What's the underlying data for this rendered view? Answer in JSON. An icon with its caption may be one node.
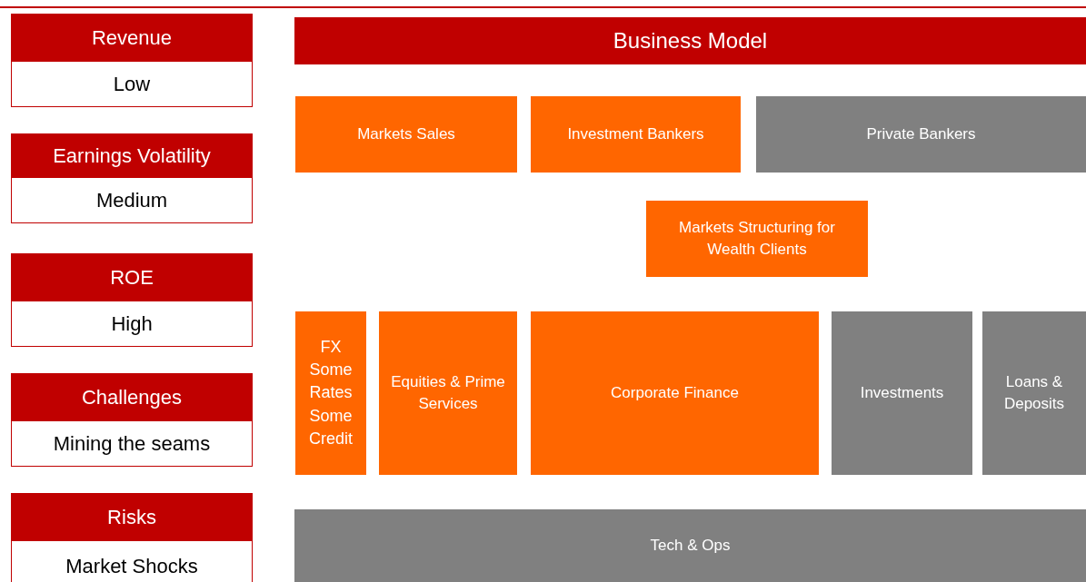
{
  "diagram": {
    "nodes": [
      {
        "text": [
          "Revenue",
          "Low"
        ]
      },
      {
        "text": [
          "Earnings Volatility",
          "Medium"
        ]
      },
      {
        "text": [
          "ROE",
          "High"
        ]
      },
      {
        "text": [
          "Challenges",
          "Mining the seams"
        ]
      },
      {
        "text": [
          "Risks",
          "Market Shocks"
        ]
      },
      {
        "text": [
          "Business Model"
        ]
      },
      {
        "text": [
          "Markets Sales"
        ]
      },
      {
        "text": [
          "Investment Bankers"
        ]
      },
      {
        "text": [
          "Private Bankers"
        ]
      },
      {
        "text": [
          "Markets Structuring for Wealth Clients"
        ]
      },
      {
        "text": [
          "FX Some Rates Some Credit"
        ]
      },
      {
        "text": [
          "Equities & Prime Services"
        ]
      },
      {
        "text": [
          "Corporate Finance"
        ]
      },
      {
        "text": [
          "Investments"
        ]
      },
      {
        "text": [
          "Loans & Deposits"
        ]
      },
      {
        "text": [
          "Tech & Ops"
        ]
      }
    ]
  }
}
